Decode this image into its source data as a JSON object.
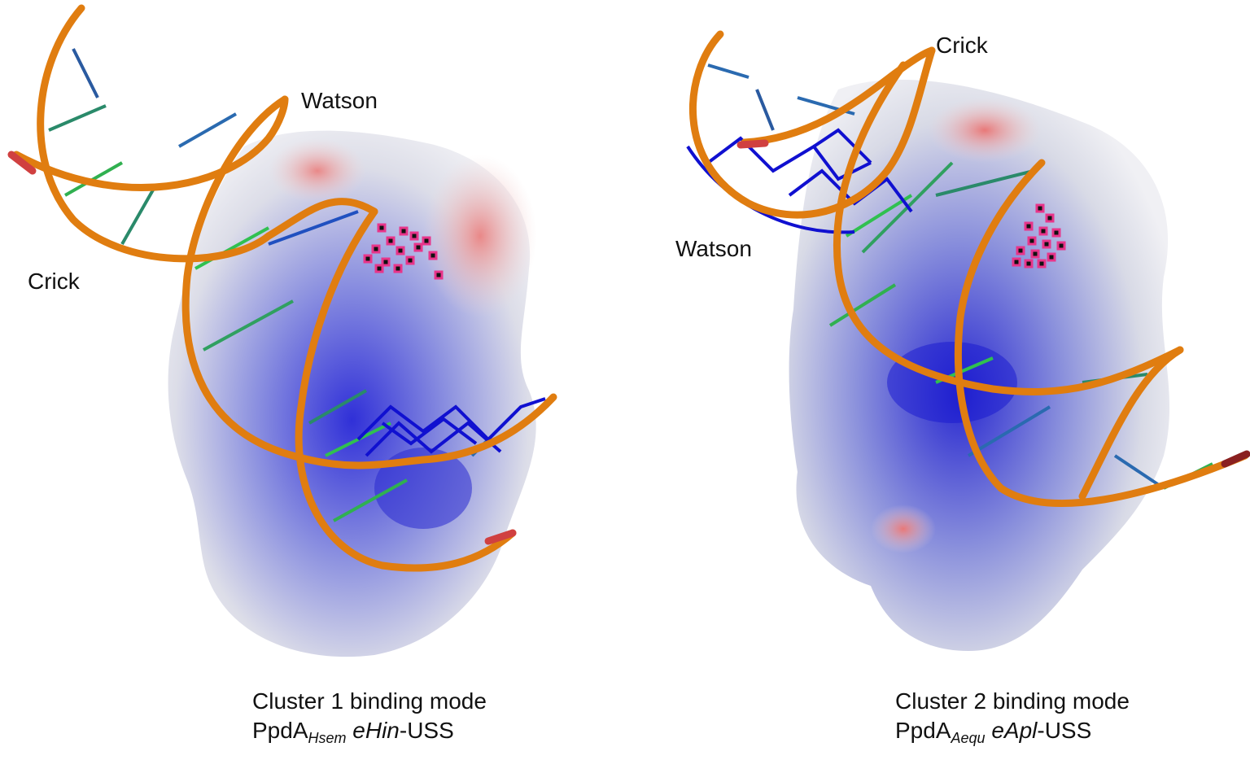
{
  "figure": {
    "panels": [
      {
        "id": "cluster1",
        "strand_labels": {
          "watson": "Watson",
          "crick": "Crick"
        },
        "caption": {
          "line1": "Cluster 1 binding mode",
          "protein": "PpdA",
          "protein_subscript": "Hsem",
          "dna_italic": "eHin",
          "dna_suffix": "-USS"
        }
      },
      {
        "id": "cluster2",
        "strand_labels": {
          "watson": "Watson",
          "crick": "Crick"
        },
        "caption": {
          "line1": "Cluster 2 binding mode",
          "protein": "PpdA",
          "protein_subscript": "Aequ",
          "dna_italic": "eApl",
          "dna_suffix": "-USS"
        }
      }
    ],
    "colors": {
      "backbone": "#e07d10",
      "surface_positive": "#3a3ae0",
      "surface_negative": "#e88080",
      "surface_neutral": "#e8e8f0",
      "ligand_highlight": "#e8358a",
      "bases_blue": "#1010d0",
      "bases_green": "#30c050"
    }
  }
}
